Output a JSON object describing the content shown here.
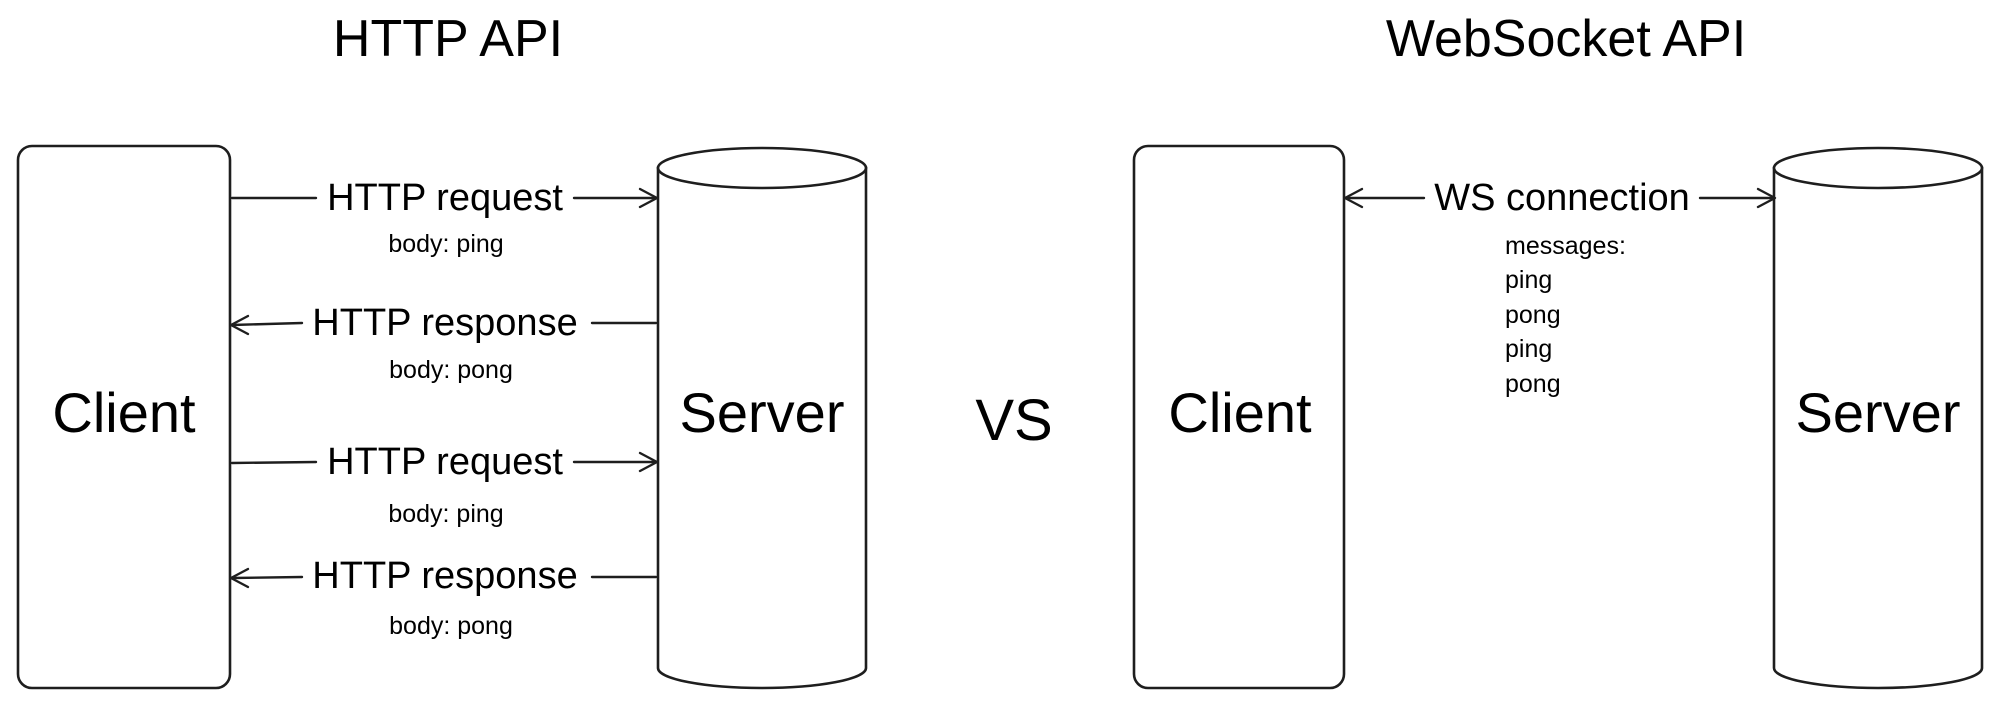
{
  "http_section": {
    "title": "HTTP API",
    "client_label": "Client",
    "server_label": "Server",
    "exchanges": [
      {
        "label": "HTTP request",
        "body": "body: ping",
        "direction": "client-to-server"
      },
      {
        "label": "HTTP response",
        "body": "body: pong",
        "direction": "server-to-client"
      },
      {
        "label": "HTTP request",
        "body": "body: ping",
        "direction": "client-to-server"
      },
      {
        "label": "HTTP response",
        "body": "body: pong",
        "direction": "server-to-client"
      }
    ]
  },
  "separator_label": "VS",
  "ws_section": {
    "title": "WebSocket API",
    "client_label": "Client",
    "server_label": "Server",
    "connection_label": "WS connection",
    "direction": "bidirectional",
    "messages_heading": "messages:",
    "messages": [
      "ping",
      "pong",
      "ping",
      "pong"
    ]
  }
}
